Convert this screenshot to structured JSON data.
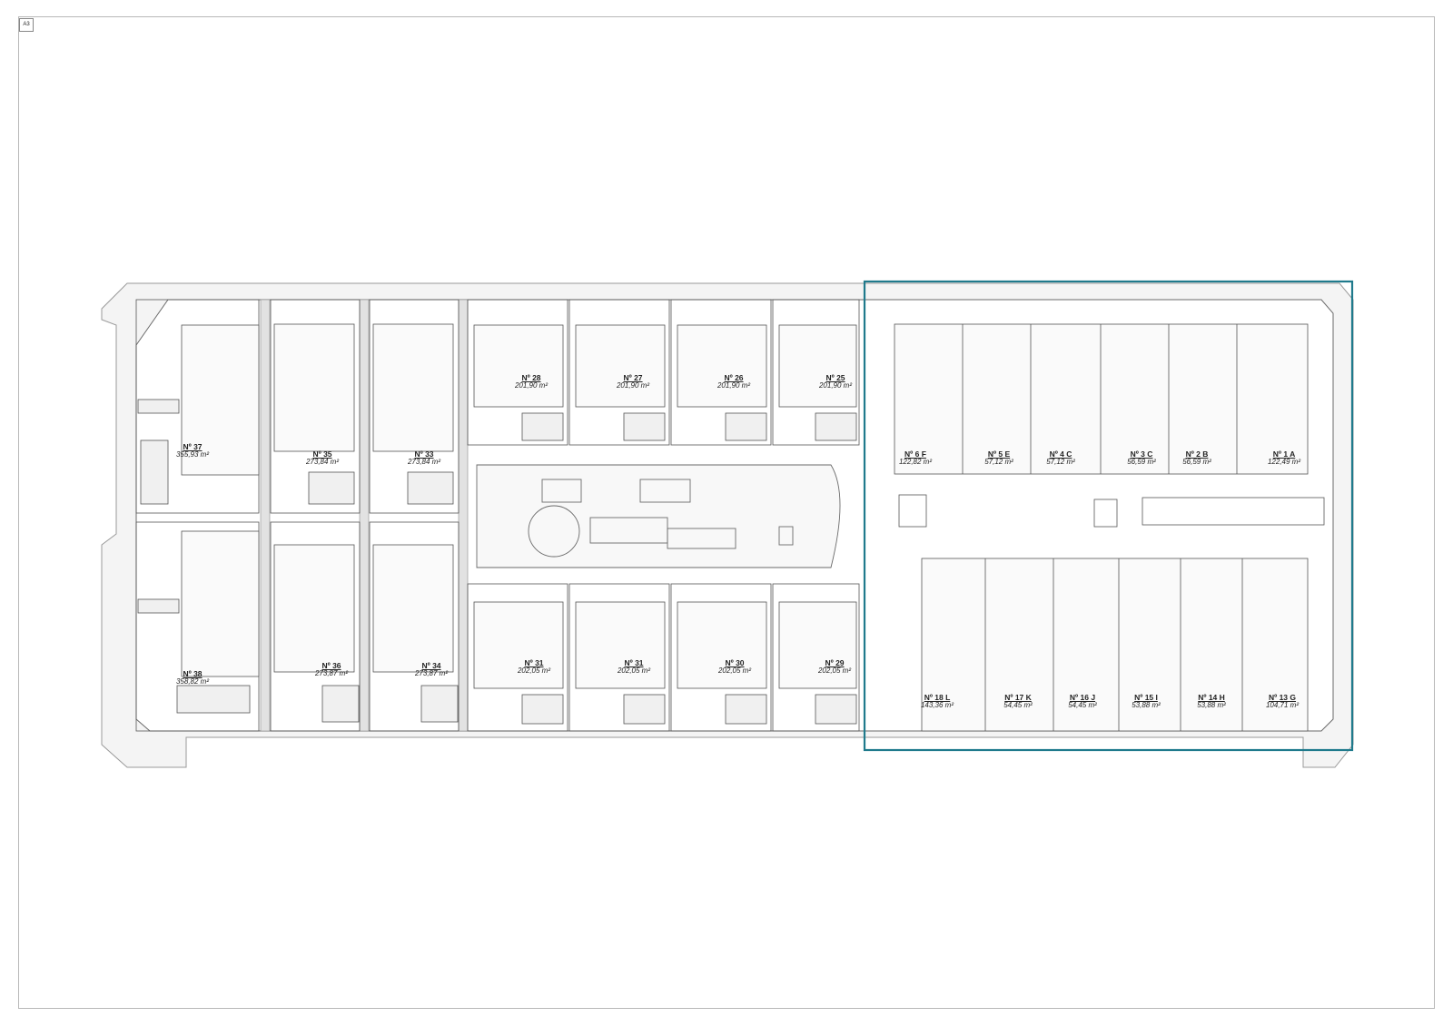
{
  "sheet": {
    "size_tag": "A3"
  },
  "colors": {
    "highlight": "#1f7a8c",
    "line": "#6a6a6a",
    "fill": "#ebebeb"
  },
  "units": [
    {
      "id": "u37",
      "no": "Nº 37",
      "area": "355,93 m²"
    },
    {
      "id": "u38",
      "no": "Nº 38",
      "area": "358,82 m²"
    },
    {
      "id": "u35",
      "no": "Nº 35",
      "area": "273,84 m²"
    },
    {
      "id": "u33",
      "no": "Nº 33",
      "area": "273,84 m²"
    },
    {
      "id": "u36",
      "no": "Nº 36",
      "area": "273,87 m²"
    },
    {
      "id": "u34",
      "no": "Nº 34",
      "area": "273,87 m²"
    },
    {
      "id": "u28",
      "no": "Nº 28",
      "area": "201,90 m²"
    },
    {
      "id": "u27",
      "no": "Nº 27",
      "area": "201,90 m²"
    },
    {
      "id": "u26",
      "no": "Nº 26",
      "area": "201,90 m²"
    },
    {
      "id": "u25",
      "no": "Nº 25",
      "area": "201,90 m²"
    },
    {
      "id": "u31a",
      "no": "Nº 31",
      "area": "202,05 m²"
    },
    {
      "id": "u31b",
      "no": "Nº 31",
      "area": "202,05 m²"
    },
    {
      "id": "u30",
      "no": "Nº 30",
      "area": "202,05 m²"
    },
    {
      "id": "u29",
      "no": "Nº 29",
      "area": "202,05 m²"
    },
    {
      "id": "u6f",
      "no": "Nº 6 F",
      "area": "122,82 m²"
    },
    {
      "id": "u5e",
      "no": "Nº 5 E",
      "area": "57,12 m²"
    },
    {
      "id": "u4c",
      "no": "Nº 4 C",
      "area": "57,12 m²"
    },
    {
      "id": "u3c",
      "no": "Nº 3 C",
      "area": "56,59 m²"
    },
    {
      "id": "u2b",
      "no": "Nº 2 B",
      "area": "56,59 m²"
    },
    {
      "id": "u1a",
      "no": "Nº 1 A",
      "area": "122,49 m²"
    },
    {
      "id": "u18l",
      "no": "Nº 18 L",
      "area": "143,36 m²"
    },
    {
      "id": "u17k",
      "no": "Nº 17 K",
      "area": "54,45 m²"
    },
    {
      "id": "u16j",
      "no": "Nº 16 J",
      "area": "54,45 m²"
    },
    {
      "id": "u15i",
      "no": "Nº 15 I",
      "area": "53,88 m²"
    },
    {
      "id": "u14h",
      "no": "Nº 14 H",
      "area": "53,88 m²"
    },
    {
      "id": "u13g",
      "no": "Nº 13 G",
      "area": "104,71 m²"
    }
  ]
}
